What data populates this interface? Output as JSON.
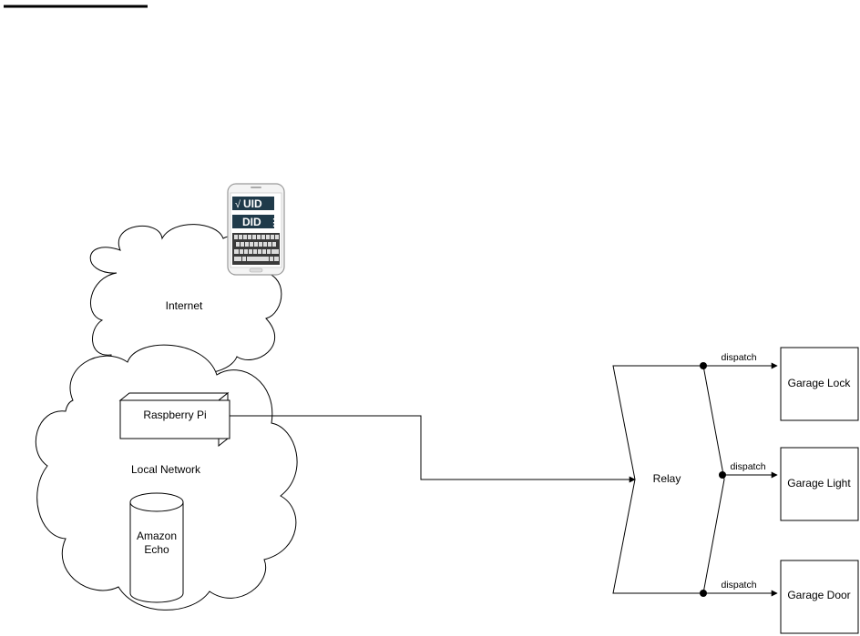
{
  "nodes": {
    "internet": "Internet",
    "local_network": "Local Network",
    "raspberry_pi": "Raspberry Pi",
    "amazon_echo_line1": "Amazon",
    "amazon_echo_line2": "Echo",
    "relay": "Relay",
    "garage_lock": "Garage Lock",
    "garage_light": "Garage Light",
    "garage_door": "Garage Door"
  },
  "phone": {
    "field1": "UID",
    "field1_check": "√",
    "field2": "DID",
    "field2_menu": "⋮"
  },
  "edges": {
    "dispatch_lock": "dispatch",
    "dispatch_light": "dispatch",
    "dispatch_door": "dispatch"
  }
}
